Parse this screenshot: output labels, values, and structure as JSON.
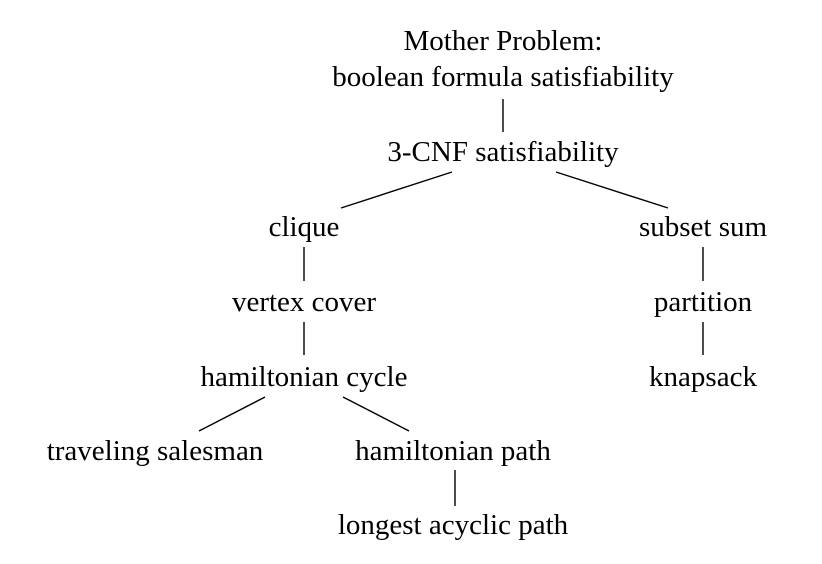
{
  "diagram": {
    "root": {
      "title": "Mother Problem:",
      "name": "boolean formula satisfiability"
    },
    "nodes": {
      "cnf3": "3-CNF satisfiability",
      "clique": "clique",
      "subset_sum": "subset sum",
      "vertex_cover": "vertex cover",
      "partition": "partition",
      "hamiltonian_cycle": "hamiltonian cycle",
      "knapsack": "knapsack",
      "traveling_salesman": "traveling salesman",
      "hamiltonian_path": "hamiltonian path",
      "longest_acyclic_path": "longest acyclic path"
    },
    "edges": [
      [
        "root",
        "cnf3"
      ],
      [
        "cnf3",
        "clique"
      ],
      [
        "cnf3",
        "subset_sum"
      ],
      [
        "clique",
        "vertex_cover"
      ],
      [
        "subset_sum",
        "partition"
      ],
      [
        "vertex_cover",
        "hamiltonian_cycle"
      ],
      [
        "partition",
        "knapsack"
      ],
      [
        "hamiltonian_cycle",
        "traveling_salesman"
      ],
      [
        "hamiltonian_cycle",
        "hamiltonian_path"
      ],
      [
        "hamiltonian_path",
        "longest_acyclic_path"
      ]
    ]
  }
}
